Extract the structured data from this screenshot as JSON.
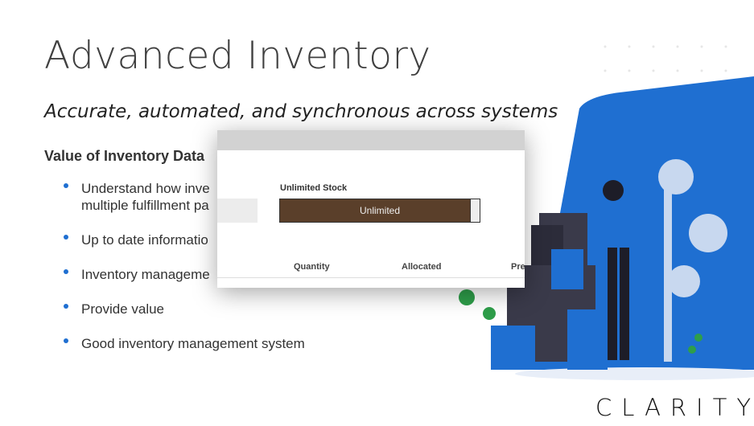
{
  "slide": {
    "title": "Advanced Inventory",
    "subtitle": "Accurate, automated, and synchronous across systems",
    "section": "Value of Inventory Data",
    "bullets": [
      "Understand how inve",
      "multiple fulfillment pa",
      "Up to date informatio",
      "Inventory manageme",
      "Provide value",
      "Good inventory management system"
    ]
  },
  "overlay": {
    "field_label": "Unlimited Stock",
    "toggle_value": "Unlimited",
    "columns": [
      "Quantity",
      "Allocated",
      "Pre"
    ]
  },
  "brand": {
    "logo": "CLARITY",
    "accent": "#1f6fd1"
  }
}
